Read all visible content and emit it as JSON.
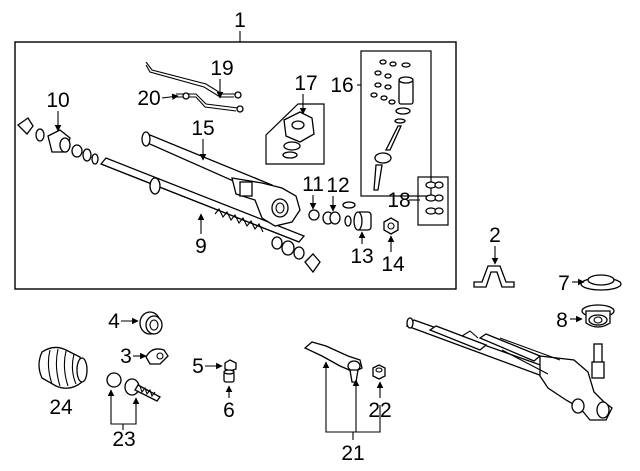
{
  "diagram": {
    "callouts": {
      "c1": "1",
      "c2": "2",
      "c3": "3",
      "c4": "4",
      "c5": "5",
      "c6": "6",
      "c7": "7",
      "c8": "8",
      "c9": "9",
      "c10": "10",
      "c11": "11",
      "c12": "12",
      "c13": "13",
      "c14": "14",
      "c15": "15",
      "c16": "16",
      "c17": "17",
      "c18": "18",
      "c19": "19",
      "c20": "20",
      "c21": "21",
      "c22": "22",
      "c23": "23",
      "c24": "24"
    }
  }
}
